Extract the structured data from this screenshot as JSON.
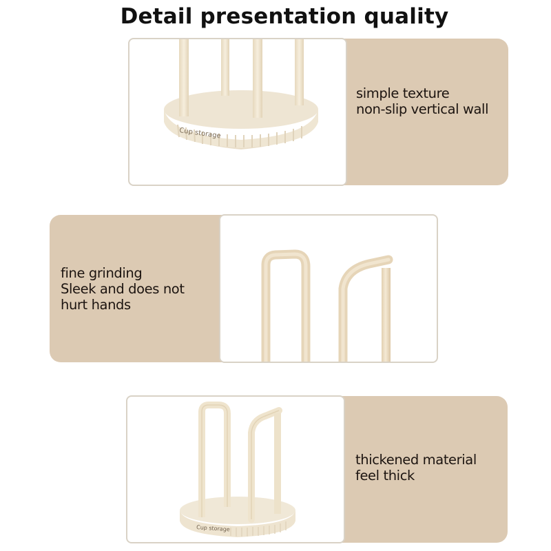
{
  "header": {
    "title": "Detail presentation quality"
  },
  "colors": {
    "panel_beige": "#dccab3",
    "product_cream": "#efe6d4",
    "card_border": "#d9d2c6",
    "text": "#1c1410"
  },
  "sections": [
    {
      "image_alt": "Close-up of cup storage rack base with four vertical rods",
      "product_label": "Cup storage",
      "lines": [
        "simple texture",
        "non-slip vertical wall"
      ]
    },
    {
      "image_alt": "Close-up of two rounded rod tops of the cup rack",
      "lines": [
        "fine grinding",
        "Sleek and does not",
        "hurt hands"
      ]
    },
    {
      "image_alt": "Full view of cup storage rack with two arched rods on round base",
      "product_label": "Cup storage",
      "lines": [
        "thickened material",
        "feel thick"
      ]
    }
  ]
}
